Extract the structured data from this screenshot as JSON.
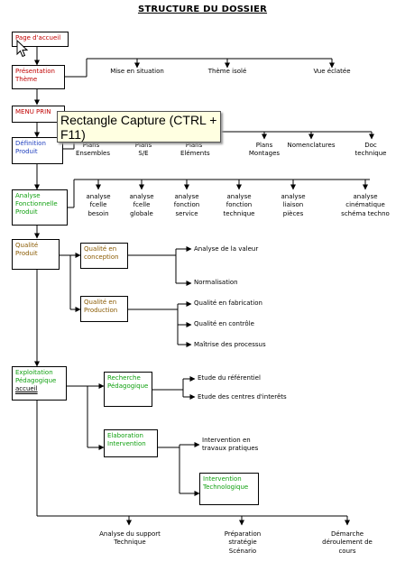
{
  "title": "STRUCTURE DU DOSSIER",
  "boxes": {
    "accueil": "Page d'accueil",
    "presentation": "Présentation Thème",
    "menu": "MENU PRIN",
    "definition": "Définition Produit",
    "analyse": "Analyse Fonctionnelle Produit",
    "qualite": "Qualité Produit",
    "qual_conception": "Qualité en conception",
    "qual_production": "Qualité en Production",
    "exploitation": "Exploitation Pédagogique",
    "exploitation_link": "accueil",
    "recherche": "Recherche Pédagogique",
    "elaboration": "Elaboration Intervention",
    "intervention_tech": "Intervention Technologique"
  },
  "presentation_items": [
    "Mise en situation",
    "Thème isolé",
    "Vue éclatée"
  ],
  "definition_items": [
    "Plans Ensembles",
    "Plans S/E",
    "Plans Eléments",
    "Plans Montages",
    "Nomenclatures",
    "Doc technique"
  ],
  "analyse_items": [
    "analyse fcelle besoin",
    "analyse fcelle globale",
    "analyse fonction service",
    "analyse fonction technique",
    "analyse liaison pièces",
    "analyse cinématique schéma techno"
  ],
  "conception_items": [
    "Analyse de la valeur",
    "Normalisation"
  ],
  "production_items": [
    "Qualité en fabrication",
    "Qualité en contrôle",
    "Maîtrise des processus"
  ],
  "recherche_items": [
    "Etude du référentiel",
    "Etude des centres d'interêts"
  ],
  "elaboration_items": [
    "Intervention en travaux pratiques"
  ],
  "bottom_items": [
    "Analyse du support Technique",
    "Préparation stratégie Scénario",
    "Démarche déroulement de cours"
  ],
  "tooltip": "Rectangle Capture (CTRL + F11)",
  "colors": {
    "red": "#c00000",
    "blue": "#1f3fbf",
    "green": "#10a010",
    "orange": "#8a5a00"
  },
  "icons": [
    "mouse-cursor-icon"
  ]
}
